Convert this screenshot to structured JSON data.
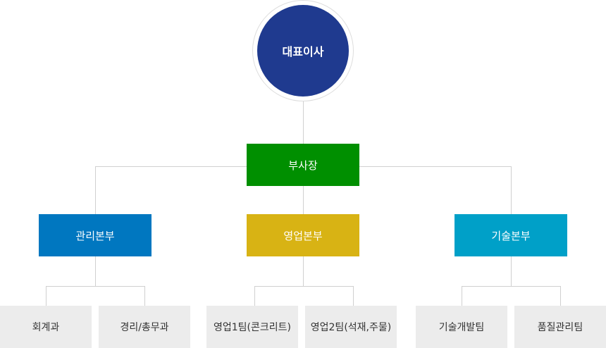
{
  "ceo": {
    "label": "대표이사",
    "color": "#1f3a8f"
  },
  "vp": {
    "label": "부사장",
    "color": "#008f00"
  },
  "divisions": [
    {
      "label": "관리본부",
      "color": "#0077c0",
      "teams": [
        "회계과",
        "경리/총무과"
      ]
    },
    {
      "label": "영업본부",
      "color": "#d8b314",
      "teams": [
        "영업1팀(콘크리트)",
        "영업2팀(석재,주물)"
      ]
    },
    {
      "label": "기술본부",
      "color": "#00a0c8",
      "teams": [
        "기술개발팀",
        "품질관리팀"
      ]
    }
  ]
}
